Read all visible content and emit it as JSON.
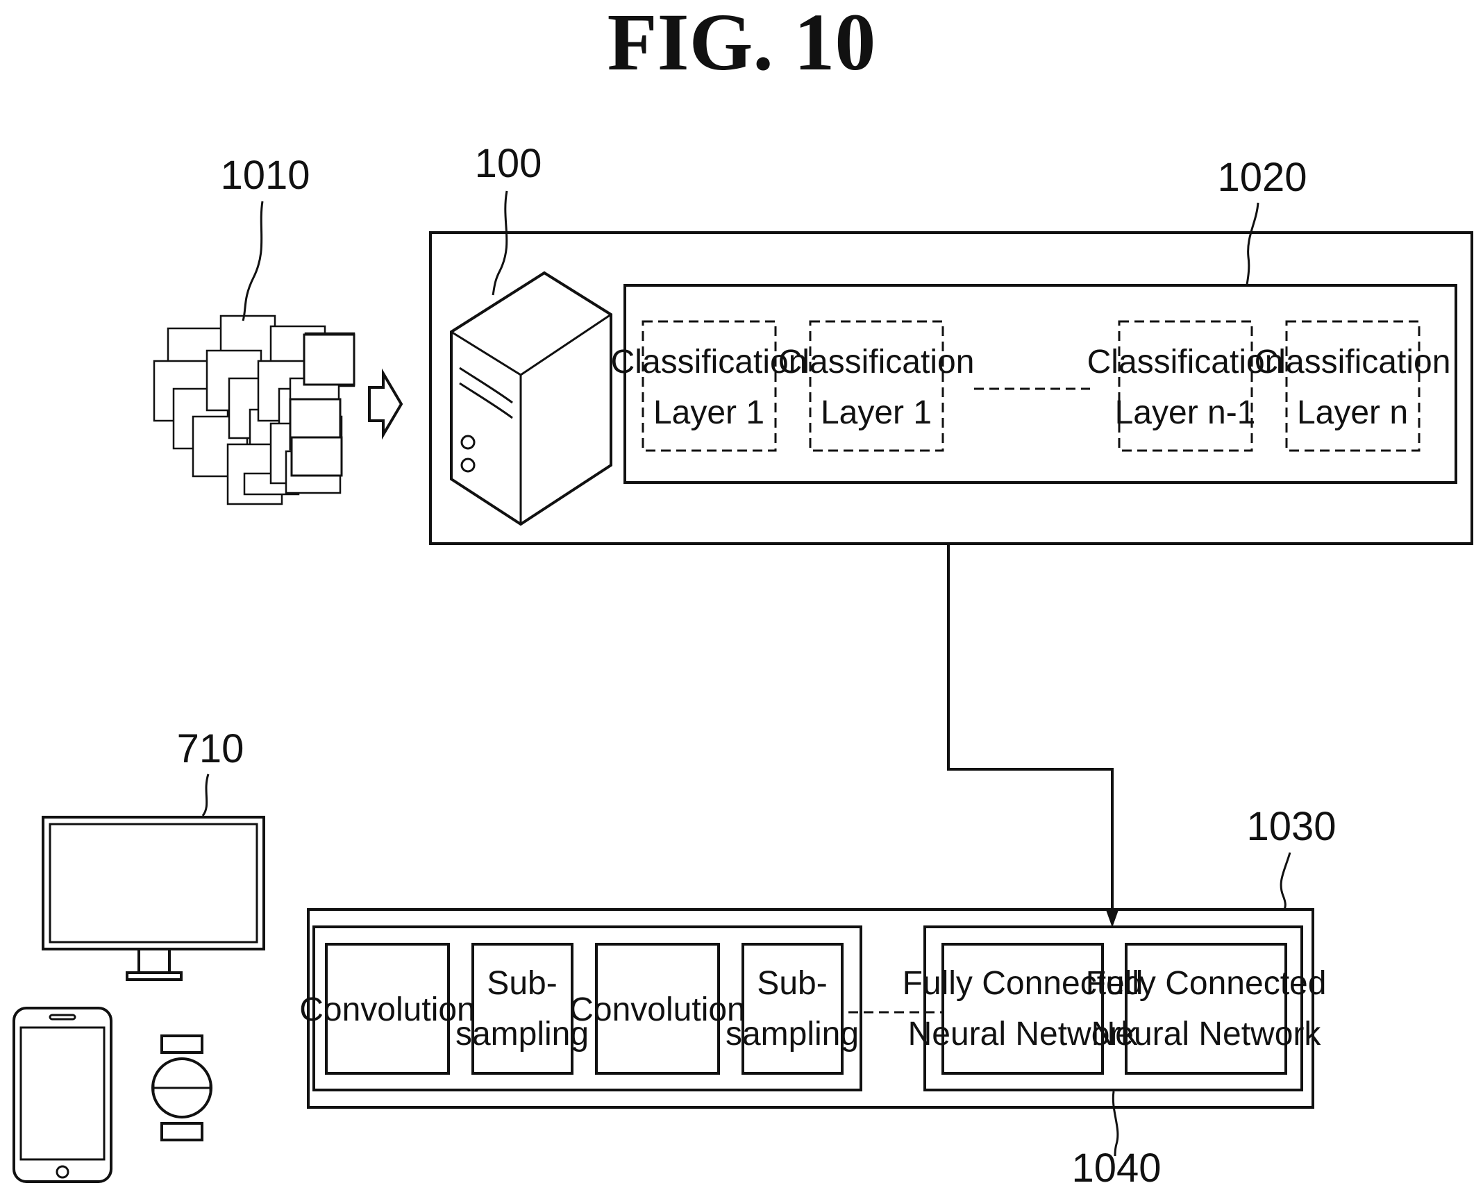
{
  "figure": {
    "title": "FIG. 10"
  },
  "refs": {
    "images": "1010",
    "server": "100",
    "classifier": "1020",
    "cnn": "1030",
    "fully_connected": "1040",
    "devices": "710"
  },
  "classification_layers": [
    {
      "line1": "Classification",
      "line2": "Layer 1"
    },
    {
      "line1": "Classification",
      "line2": "Layer 1"
    },
    {
      "line1": "Classification",
      "line2": "Layer n-1"
    },
    {
      "line1": "Classification",
      "line2": "Layer n"
    }
  ],
  "cnn_blocks": [
    {
      "line1": "Convolution",
      "line2": ""
    },
    {
      "line1": "Sub-",
      "line2": "sampling"
    },
    {
      "line1": "Convolution",
      "line2": ""
    },
    {
      "line1": "Sub-",
      "line2": "sampling"
    }
  ],
  "fc_blocks": [
    {
      "line1": "Fully Connected",
      "line2": "Neural Network"
    },
    {
      "line1": "Fully Connected",
      "line2": "Neural Network"
    }
  ]
}
